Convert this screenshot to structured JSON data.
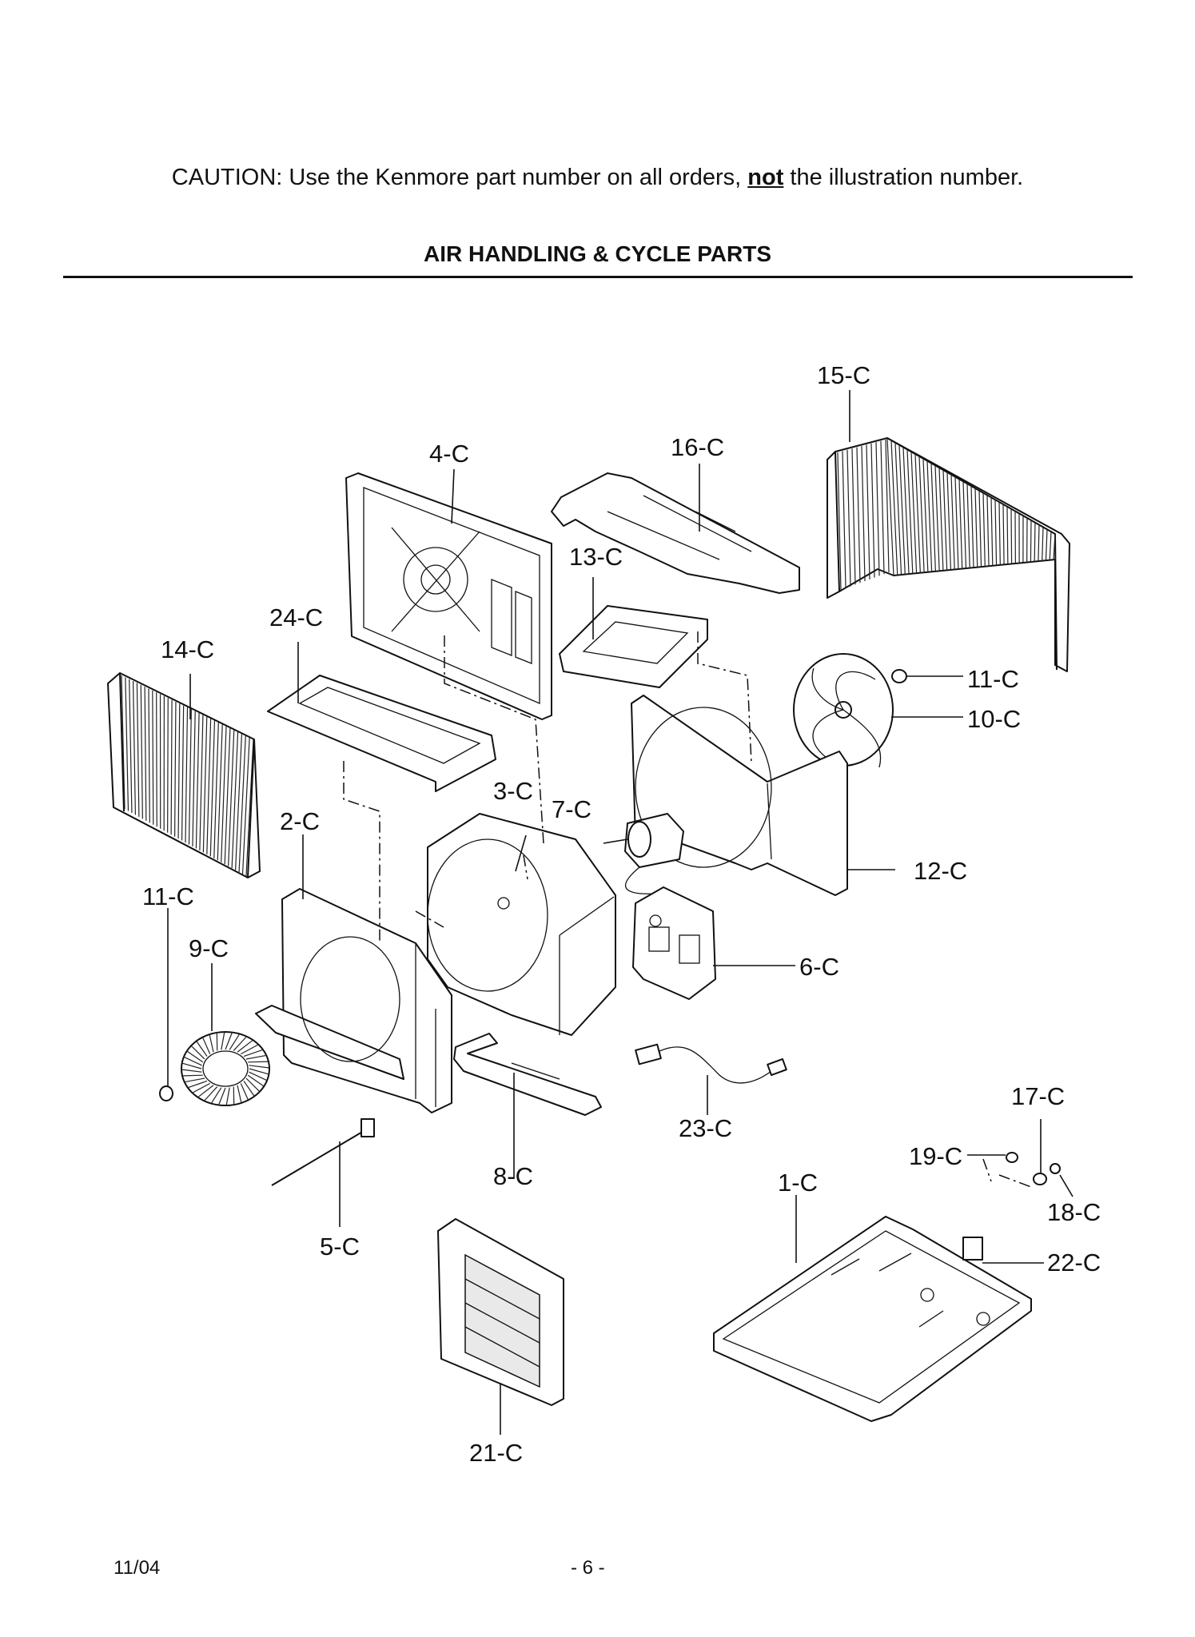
{
  "header": {
    "caution_prefix": "CAUTION: Use the Kenmore part number on all orders, ",
    "caution_emphasis": "not",
    "caution_suffix": " the illustration number.",
    "title": "AIR HANDLING & CYCLE PARTS"
  },
  "diagram": {
    "labels": {
      "p1": "1-C",
      "p2": "2-C",
      "p3": "3-C",
      "p4": "4-C",
      "p5": "5-C",
      "p6": "6-C",
      "p7": "7-C",
      "p8": "8-C",
      "p9": "9-C",
      "p10": "10-C",
      "p11a": "11-C",
      "p11b": "11-C",
      "p12": "12-C",
      "p13": "13-C",
      "p14": "14-C",
      "p15": "15-C",
      "p16": "16-C",
      "p17": "17-C",
      "p18": "18-C",
      "p19": "19-C",
      "p21": "21-C",
      "p22": "22-C",
      "p23": "23-C",
      "p24": "24-C"
    }
  },
  "footer": {
    "date": "11/04",
    "page": "- 6 -"
  }
}
